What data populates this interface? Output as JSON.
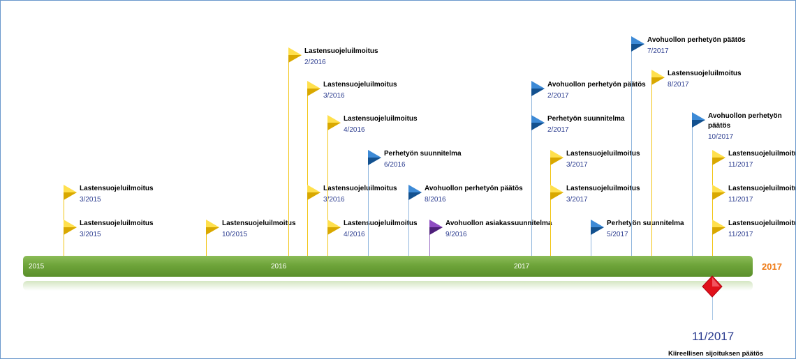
{
  "timeline": {
    "ticks": [
      "2015",
      "2016",
      "2017"
    ],
    "end_label": "2017",
    "colors": {
      "bar": "#6ea43a",
      "end_label": "#ef7d1a",
      "date_text": "#2b3c8f",
      "flag_yellow": "#f2c411",
      "flag_blue": "#1f6fbf",
      "flag_purple": "#7030a0",
      "milestone": "#e0111b"
    }
  },
  "events": [
    {
      "title": "Lastensuojeluilmoitus",
      "date": "3/2015",
      "icon": "yellow-flag-icon"
    },
    {
      "title": "Lastensuojeluilmoitus",
      "date": "3/2015",
      "icon": "yellow-flag-icon"
    },
    {
      "title": "Lastensuojeluilmoitus",
      "date": "10/2015",
      "icon": "yellow-flag-icon"
    },
    {
      "title": "Lastensuojeluilmoitus",
      "date": "2/2016",
      "icon": "yellow-flag-icon"
    },
    {
      "title": "Lastensuojeluilmoitus",
      "date": "3/2016",
      "icon": "yellow-flag-icon"
    },
    {
      "title": "Lastensuojeluilmoitus",
      "date": "3/2016",
      "icon": "yellow-flag-icon"
    },
    {
      "title": "Lastensuojeluilmoitus",
      "date": "4/2016",
      "icon": "yellow-flag-icon"
    },
    {
      "title": "Lastensuojeluilmoitus",
      "date": "4/2016",
      "icon": "yellow-flag-icon"
    },
    {
      "title": "Perhetyön suunnitelma",
      "date": "6/2016",
      "icon": "blue-flag-icon"
    },
    {
      "title": "Avohuollon perhetyön päätös",
      "date": "8/2016",
      "icon": "blue-flag-icon"
    },
    {
      "title": "Avohuollon asiakassuunnitelma",
      "date": "9/2016",
      "icon": "purple-flag-icon"
    },
    {
      "title": "Avohuollon perhetyön päätös",
      "date": "2/2017",
      "icon": "blue-flag-icon"
    },
    {
      "title": "Perhetyön suunnitelma",
      "date": "2/2017",
      "icon": "blue-flag-icon"
    },
    {
      "title": "Lastensuojeluilmoitus",
      "date": "3/2017",
      "icon": "yellow-flag-icon"
    },
    {
      "title": "Lastensuojeluilmoitus",
      "date": "3/2017",
      "icon": "yellow-flag-icon"
    },
    {
      "title": "Perhetyön suunnitelma",
      "date": "5/2017",
      "icon": "blue-flag-icon"
    },
    {
      "title": "Avohuollon perhetyön päätös",
      "date": "7/2017",
      "icon": "blue-flag-icon"
    },
    {
      "title": "Lastensuojeluilmoitus",
      "date": "8/2017",
      "icon": "yellow-flag-icon"
    },
    {
      "title": "Avohuollon perhetyön",
      "title2": "päätös",
      "date": "10/2017",
      "icon": "blue-flag-icon"
    },
    {
      "title": "Lastensuojeluilmoitus",
      "date": "11/2017",
      "icon": "yellow-flag-icon"
    },
    {
      "title": "Lastensuojeluilmoitus",
      "date": "11/2017",
      "icon": "yellow-flag-icon"
    },
    {
      "title": "Lastensuojeluilmoitus",
      "date": "11/2017",
      "icon": "yellow-flag-icon"
    }
  ],
  "milestone": {
    "date": "11/2017",
    "label": "Kiireellisen sijoituksen päätös",
    "icon": "red-diamond-icon"
  }
}
